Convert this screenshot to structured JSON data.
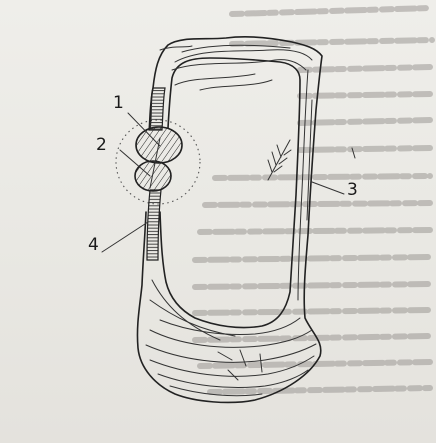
{
  "labels": {
    "l1": "1",
    "l2": "2",
    "l3": "3",
    "l4": "4"
  },
  "colors": {
    "paper": "#ecebe7",
    "ink": "#222222",
    "bleed_through": "#9a9893"
  }
}
